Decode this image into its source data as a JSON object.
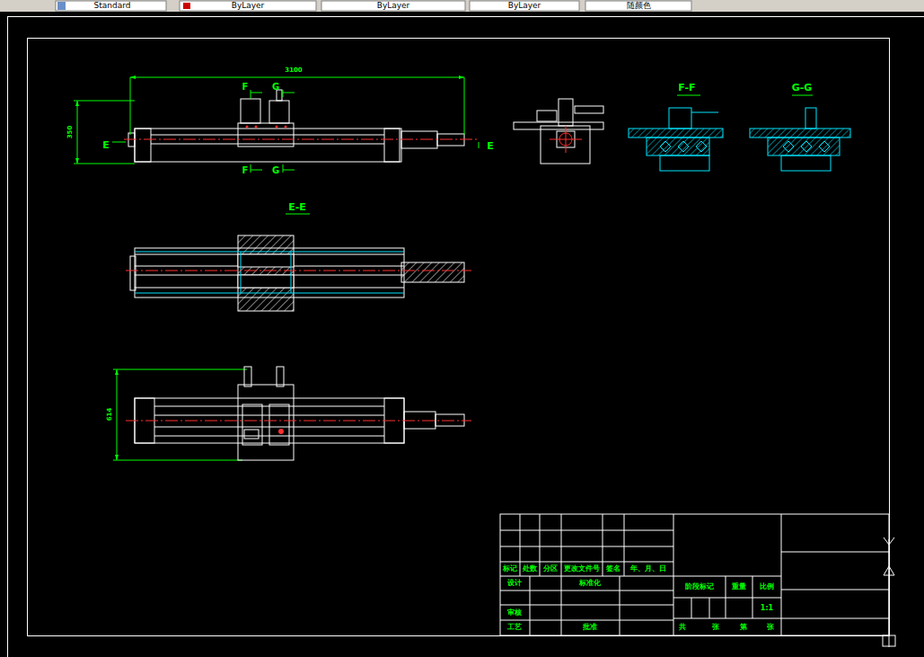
{
  "diagram": {
    "labels": [
      "Standard",
      "ByLayer",
      "ByLayer",
      "ByLayer",
      "随颜色",
      "3100",
      "F",
      "G",
      "F",
      "G",
      "E",
      "E",
      "350",
      "F-F",
      "G-G",
      "E-E",
      "614",
      "标记",
      "处数",
      "分区",
      "更改文件号",
      "签名",
      "年、月、日",
      "设计",
      "标准化",
      "阶段标记",
      "重量",
      "比例",
      "1:1",
      "审核",
      "工艺",
      "批准",
      "共",
      "张",
      "第",
      "张"
    ]
  }
}
